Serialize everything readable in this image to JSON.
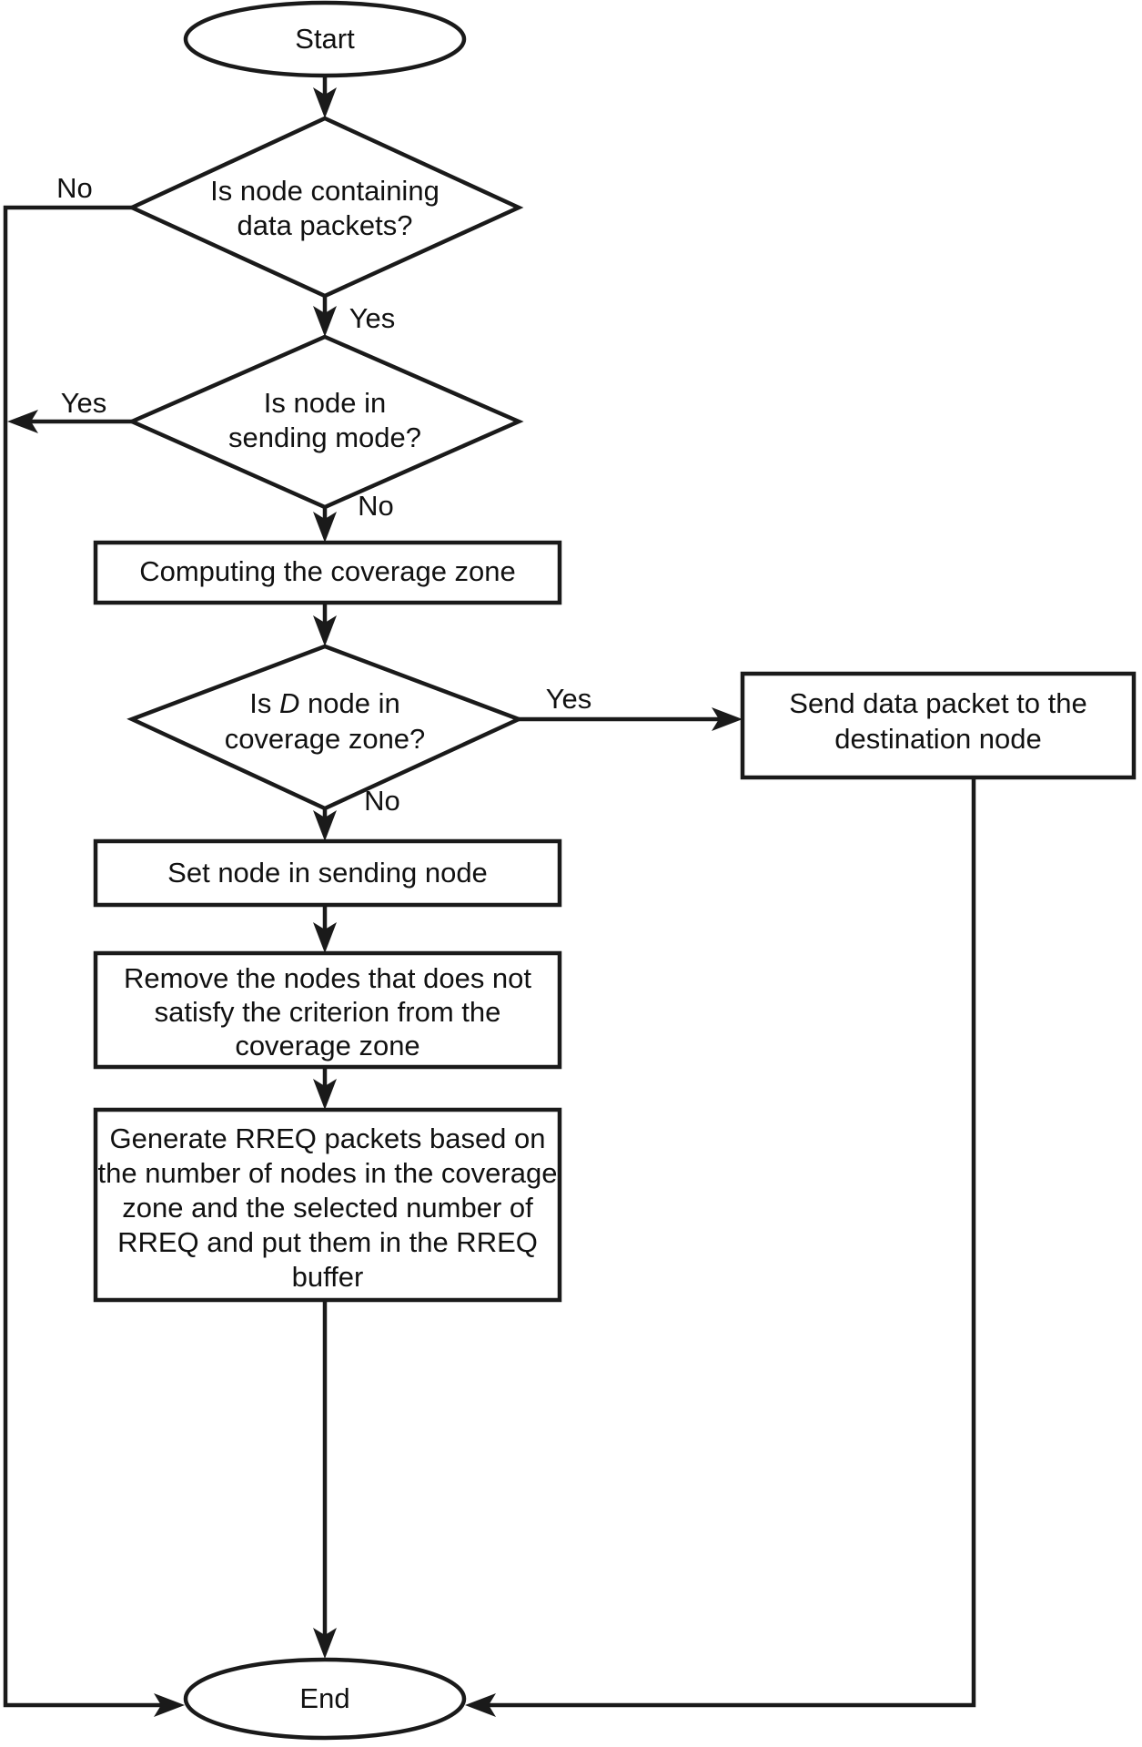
{
  "diagram": {
    "title": "Routing protocol flowchart",
    "background_color": "#ffffff",
    "line_color": "#1a1a1a",
    "text_color": "#111111"
  },
  "nodes": {
    "start": {
      "label": "Start",
      "shape": "terminator"
    },
    "decision_data_packets": {
      "shape": "decision",
      "line1": "Is node containing",
      "line2": "data packets?"
    },
    "decision_sending_mode": {
      "shape": "decision",
      "line1": "Is node in",
      "line2": "sending mode?"
    },
    "compute_zone": {
      "shape": "process",
      "line1": "Computing the coverage zone"
    },
    "decision_d_in_zone": {
      "shape": "decision",
      "line1_a": "Is ",
      "line1_b": "D",
      "line1_c": " node in",
      "line2": "coverage zone?"
    },
    "send_data_packet": {
      "shape": "process",
      "line1": "Send data packet to the",
      "line2": "destination node"
    },
    "set_sending_node": {
      "shape": "process",
      "line1": "Set node in sending node"
    },
    "remove_nodes": {
      "shape": "process",
      "line1": "Remove the nodes that does not",
      "line2": "satisfy the criterion from the",
      "line3": "coverage zone"
    },
    "generate_rreq": {
      "shape": "process",
      "line1": "Generate RREQ packets based on",
      "line2": "the number of nodes in the coverage",
      "line3": "zone and the selected number of",
      "line4": "RREQ and put them in the RREQ",
      "line5": "buffer"
    },
    "end": {
      "label": "End",
      "shape": "terminator"
    }
  },
  "edge_labels": {
    "data_packets_no": "No",
    "data_packets_yes": "Yes",
    "sending_mode_yes": "Yes",
    "sending_mode_no": "No",
    "d_in_zone_yes": "Yes",
    "d_in_zone_no": "No"
  }
}
